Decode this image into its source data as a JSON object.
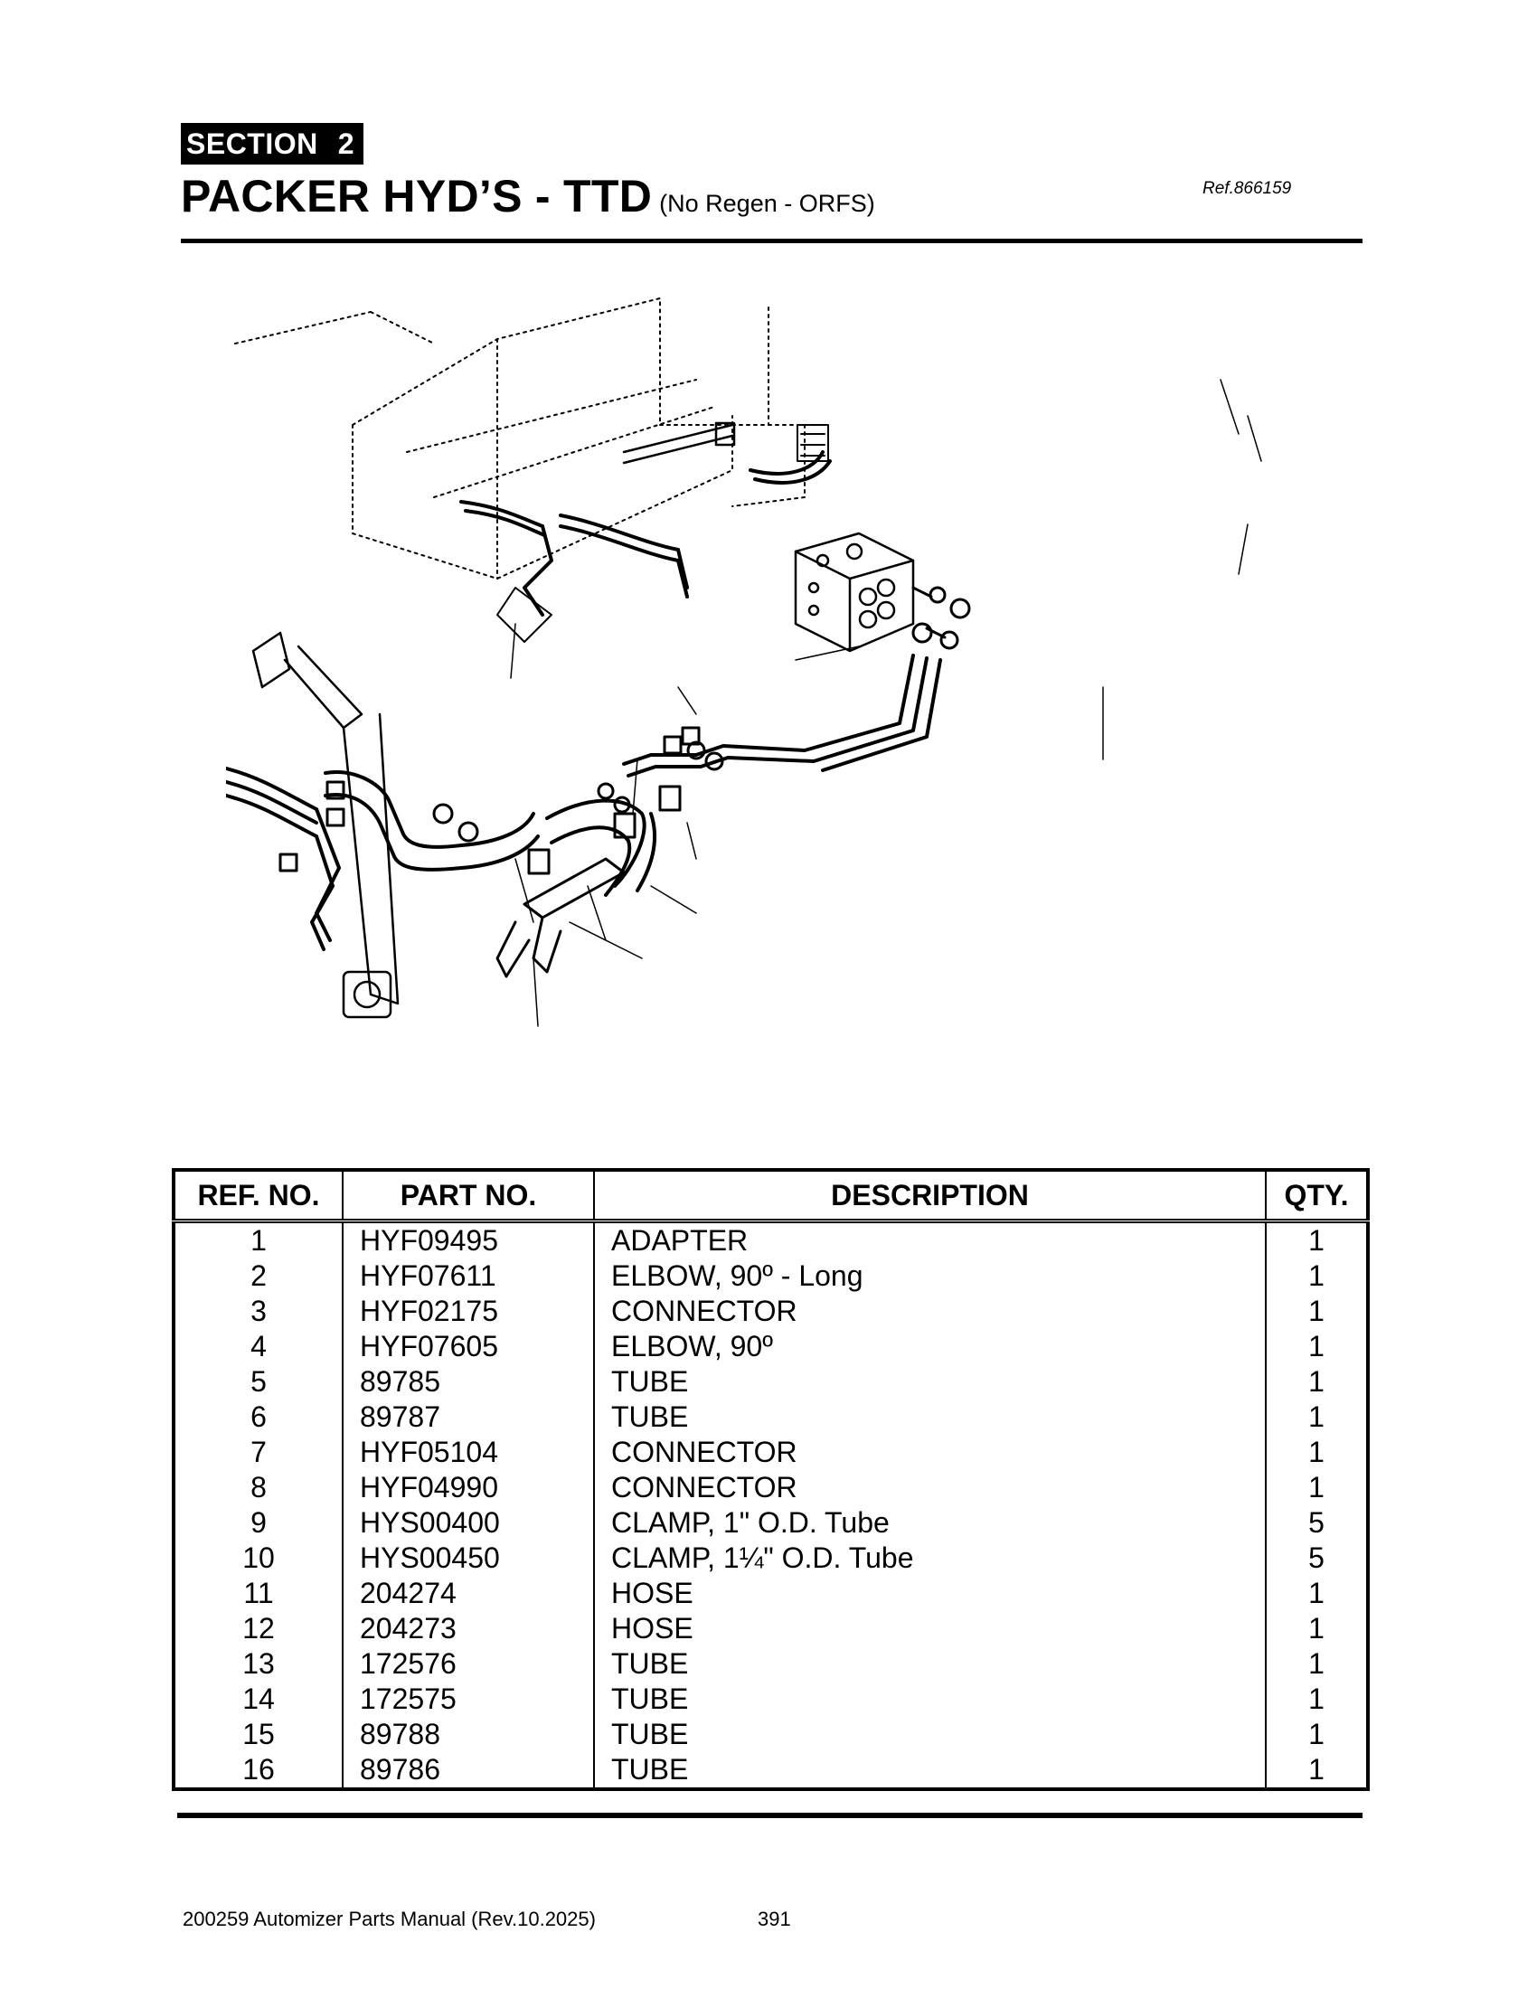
{
  "header": {
    "section_label": "SECTION",
    "section_number": "2",
    "title": "PACKER HYD’S - TTD",
    "subtitle": "(No Regen - ORFS)",
    "ref": "Ref.866159"
  },
  "parts_table": {
    "headers": {
      "ref_no": "REF. NO.",
      "part_no": "PART NO.",
      "description": "DESCRIPTION",
      "qty": "QTY."
    },
    "rows": [
      {
        "ref": "1",
        "part": "HYF09495",
        "desc": "ADAPTER",
        "qty": "1"
      },
      {
        "ref": "2",
        "part": "HYF07611",
        "desc": "ELBOW, 90º - Long",
        "qty": "1"
      },
      {
        "ref": "3",
        "part": "HYF02175",
        "desc": "CONNECTOR",
        "qty": "1"
      },
      {
        "ref": "4",
        "part": "HYF07605",
        "desc": "ELBOW, 90º",
        "qty": "1"
      },
      {
        "ref": "5",
        "part": "89785",
        "desc": "TUBE",
        "qty": "1"
      },
      {
        "ref": "6",
        "part": "89787",
        "desc": "TUBE",
        "qty": "1"
      },
      {
        "ref": "7",
        "part": "HYF05104",
        "desc": "CONNECTOR",
        "qty": "1"
      },
      {
        "ref": "8",
        "part": "HYF04990",
        "desc": "CONNECTOR",
        "qty": "1"
      },
      {
        "ref": "9",
        "part": "HYS00400",
        "desc": "CLAMP, 1\" O.D. Tube",
        "qty": "5"
      },
      {
        "ref": "10",
        "part": "HYS00450",
        "desc": "CLAMP, 1¼\" O.D. Tube",
        "qty": "5"
      },
      {
        "ref": "11",
        "part": "204274",
        "desc": "HOSE",
        "qty": "1"
      },
      {
        "ref": "12",
        "part": "204273",
        "desc": "HOSE",
        "qty": "1"
      },
      {
        "ref": "13",
        "part": "172576",
        "desc": "TUBE",
        "qty": "1"
      },
      {
        "ref": "14",
        "part": "172575",
        "desc": "TUBE",
        "qty": "1"
      },
      {
        "ref": "15",
        "part": "89788",
        "desc": "TUBE",
        "qty": "1"
      },
      {
        "ref": "16",
        "part": "89786",
        "desc": "TUBE",
        "qty": "1"
      }
    ]
  },
  "footer": {
    "manual": "200259 Automizer Parts Manual (Rev.10.2025)",
    "page": "391"
  }
}
